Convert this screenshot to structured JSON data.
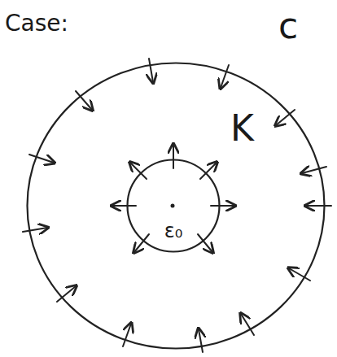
{
  "diagram": {
    "nodes": [
      {
        "text": [
          "K"
        ]
      },
      {
        "text": [
          "ε₀"
        ],
        "in": 0
      }
    ],
    "labels": [
      "Case:",
      "c"
    ]
  }
}
